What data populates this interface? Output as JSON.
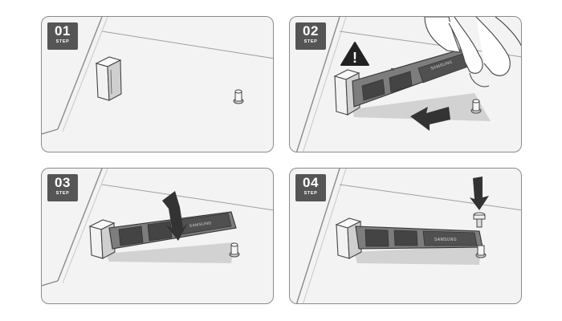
{
  "steps": [
    {
      "number": "01",
      "label": "STEP"
    },
    {
      "number": "02",
      "label": "STEP"
    },
    {
      "number": "03",
      "label": "STEP"
    },
    {
      "number": "04",
      "label": "STEP"
    }
  ],
  "ssd_brand": "SAMSUNG",
  "warning_symbol": "!",
  "icons": [
    "warning-icon",
    "arrow-left-icon",
    "arrow-down-icon"
  ],
  "colors": {
    "panel_bg": "#f3f3f3",
    "board": "#7d7d7d",
    "chip": "#444444",
    "badge": "#555555"
  }
}
